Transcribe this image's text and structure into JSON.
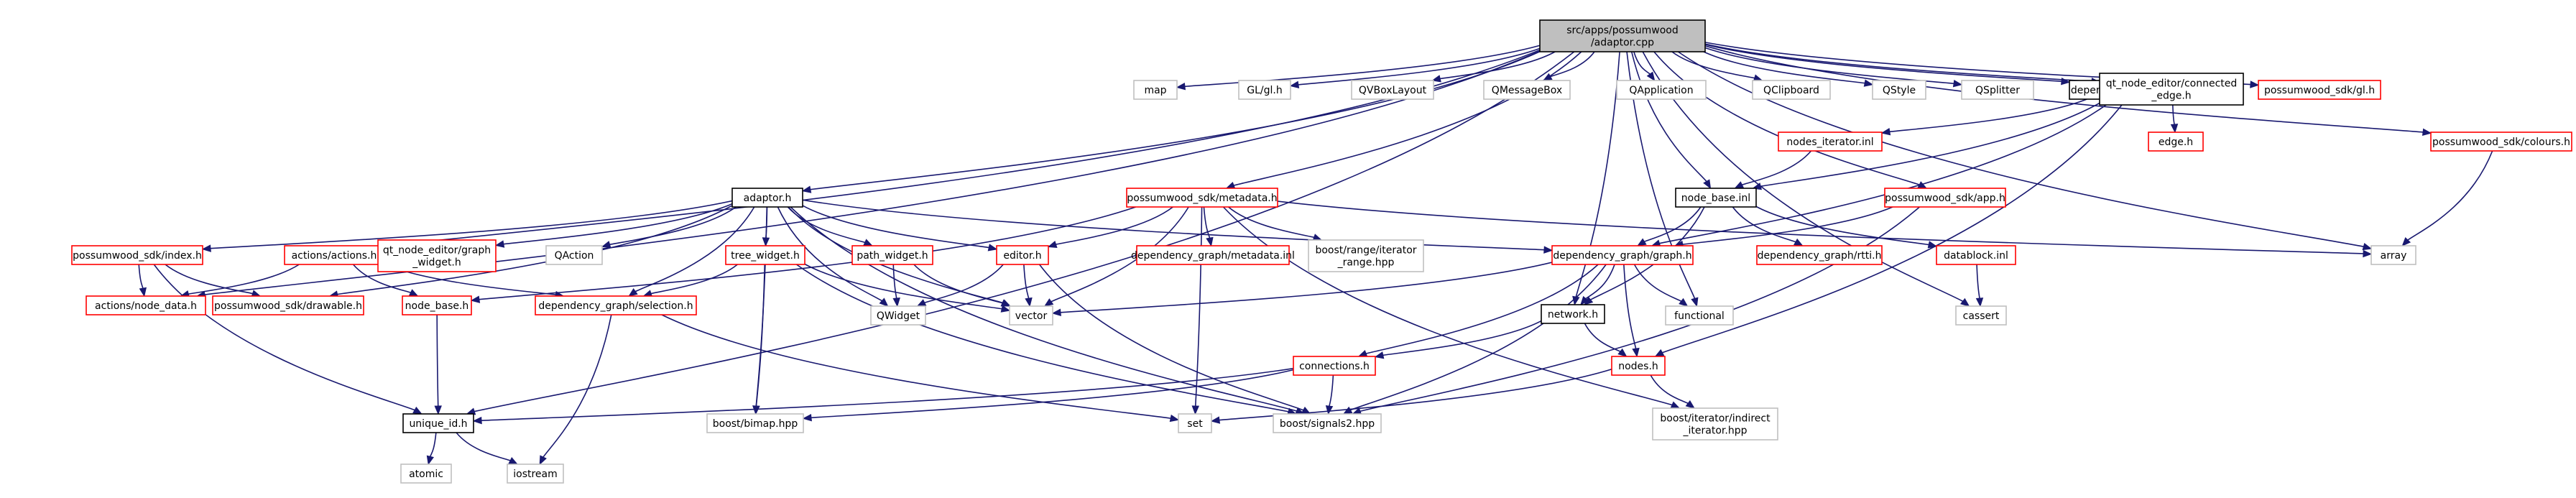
{
  "graph": {
    "colors": {
      "edge": "#191970",
      "root_fill": "#bfbfbf",
      "black": "#000000",
      "red": "#ff0000",
      "gray": "#bfbfbf",
      "text": "#000000"
    },
    "nodes": [
      {
        "id": "root",
        "lines": [
          "src/apps/possumwood",
          "/adaptor.cpp"
        ],
        "style": "root"
      },
      {
        "id": "map",
        "lines": [
          "map"
        ],
        "style": "gray"
      },
      {
        "id": "glgl",
        "lines": [
          "GL/gl.h"
        ],
        "style": "gray"
      },
      {
        "id": "qvbox",
        "lines": [
          "QVBoxLayout"
        ],
        "style": "gray"
      },
      {
        "id": "qmsg",
        "lines": [
          "QMessageBox"
        ],
        "style": "gray"
      },
      {
        "id": "qapp",
        "lines": [
          "QApplication"
        ],
        "style": "gray"
      },
      {
        "id": "qclip",
        "lines": [
          "QClipboard"
        ],
        "style": "gray"
      },
      {
        "id": "qstyle",
        "lines": [
          "QStyle"
        ],
        "style": "gray"
      },
      {
        "id": "qsplit",
        "lines": [
          "QSplitter"
        ],
        "style": "gray"
      },
      {
        "id": "dgnodesinl",
        "lines": [
          "dependency_graph/nodes.inl"
        ],
        "style": "black"
      },
      {
        "id": "qtce",
        "lines": [
          "qt_node_editor/connected",
          "_edge.h"
        ],
        "style": "black"
      },
      {
        "id": "sdkgl",
        "lines": [
          "possumwood_sdk/gl.h"
        ],
        "style": "red"
      },
      {
        "id": "edgeh",
        "lines": [
          "edge.h"
        ],
        "style": "red"
      },
      {
        "id": "nodesiter",
        "lines": [
          "nodes_iterator.inl"
        ],
        "style": "red"
      },
      {
        "id": "colours",
        "lines": [
          "possumwood_sdk/colours.h"
        ],
        "style": "red"
      },
      {
        "id": "adaptorh",
        "lines": [
          "adaptor.h"
        ],
        "style": "black"
      },
      {
        "id": "metadatah",
        "lines": [
          "possumwood_sdk/metadata.h"
        ],
        "style": "red"
      },
      {
        "id": "nodebaseinl",
        "lines": [
          "node_base.inl"
        ],
        "style": "black"
      },
      {
        "id": "appbh",
        "lines": [
          "possumwood_sdk/app.h"
        ],
        "style": "red"
      },
      {
        "id": "indexh",
        "lines": [
          "possumwood_sdk/index.h"
        ],
        "style": "red"
      },
      {
        "id": "actionsh",
        "lines": [
          "actions/actions.h"
        ],
        "style": "red"
      },
      {
        "id": "qtge",
        "lines": [
          "qt_node_editor/graph",
          "_widget.h"
        ],
        "style": "red"
      },
      {
        "id": "qaction",
        "lines": [
          "QAction"
        ],
        "style": "gray"
      },
      {
        "id": "treew",
        "lines": [
          "tree_widget.h"
        ],
        "style": "red"
      },
      {
        "id": "pathw",
        "lines": [
          "path_widget.h"
        ],
        "style": "red"
      },
      {
        "id": "editorh",
        "lines": [
          "editor.h"
        ],
        "style": "red"
      },
      {
        "id": "dgmeta",
        "lines": [
          "dependency_graph/metadata.inl"
        ],
        "style": "red"
      },
      {
        "id": "boostrange",
        "lines": [
          "boost/range/iterator",
          "_range.hpp"
        ],
        "style": "gray"
      },
      {
        "id": "dggraph",
        "lines": [
          "dependency_graph/graph.h"
        ],
        "style": "red"
      },
      {
        "id": "dgrtti",
        "lines": [
          "dependency_graph/rtti.h"
        ],
        "style": "red"
      },
      {
        "id": "datablock",
        "lines": [
          "datablock.inl"
        ],
        "style": "red"
      },
      {
        "id": "array",
        "lines": [
          "array"
        ],
        "style": "gray"
      },
      {
        "id": "actnodedata",
        "lines": [
          "actions/node_data.h"
        ],
        "style": "red"
      },
      {
        "id": "drawable",
        "lines": [
          "possumwood_sdk/drawable.h"
        ],
        "style": "red"
      },
      {
        "id": "nodebaseh",
        "lines": [
          "node_base.h"
        ],
        "style": "red"
      },
      {
        "id": "dgsel",
        "lines": [
          "dependency_graph/selection.h"
        ],
        "style": "red"
      },
      {
        "id": "qwidget",
        "lines": [
          "QWidget"
        ],
        "style": "gray"
      },
      {
        "id": "vector",
        "lines": [
          "vector"
        ],
        "style": "gray"
      },
      {
        "id": "networkh",
        "lines": [
          "network.h"
        ],
        "style": "black"
      },
      {
        "id": "functional",
        "lines": [
          "functional"
        ],
        "style": "gray"
      },
      {
        "id": "cassert",
        "lines": [
          "cassert"
        ],
        "style": "gray"
      },
      {
        "id": "connh",
        "lines": [
          "connections.h"
        ],
        "style": "red"
      },
      {
        "id": "nodesh",
        "lines": [
          "nodes.h"
        ],
        "style": "red"
      },
      {
        "id": "uniqueid",
        "lines": [
          "unique_id.h"
        ],
        "style": "black"
      },
      {
        "id": "bimap",
        "lines": [
          "boost/bimap.hpp"
        ],
        "style": "gray"
      },
      {
        "id": "set",
        "lines": [
          "set"
        ],
        "style": "gray"
      },
      {
        "id": "signals2",
        "lines": [
          "boost/signals2.hpp"
        ],
        "style": "gray"
      },
      {
        "id": "indirect",
        "lines": [
          "boost/iterator/indirect",
          "_iterator.hpp"
        ],
        "style": "gray"
      },
      {
        "id": "atomic",
        "lines": [
          "atomic"
        ],
        "style": "gray"
      },
      {
        "id": "iostream",
        "lines": [
          "iostream"
        ],
        "style": "gray"
      }
    ],
    "edges": [
      [
        "root",
        "map"
      ],
      [
        "root",
        "glgl"
      ],
      [
        "root",
        "qvbox"
      ],
      [
        "root",
        "qmsg"
      ],
      [
        "root",
        "qapp"
      ],
      [
        "root",
        "qclip"
      ],
      [
        "root",
        "qstyle"
      ],
      [
        "root",
        "qsplit"
      ],
      [
        "root",
        "dgnodesinl"
      ],
      [
        "root",
        "qtce"
      ],
      [
        "root",
        "sdkgl"
      ],
      [
        "root",
        "colours"
      ],
      [
        "root",
        "array"
      ],
      [
        "root",
        "adaptorh"
      ],
      [
        "root",
        "metadatah"
      ],
      [
        "root",
        "nodebaseinl"
      ],
      [
        "root",
        "appbh"
      ],
      [
        "root",
        "actionsh"
      ],
      [
        "root",
        "actnodedata"
      ],
      [
        "root",
        "uniqueid"
      ],
      [
        "root",
        "networkh"
      ],
      [
        "root",
        "functional"
      ],
      [
        "root",
        "cassert"
      ],
      [
        "qtce",
        "edgeh"
      ],
      [
        "colours",
        "array"
      ],
      [
        "dgnodesinl",
        "nodesiter"
      ],
      [
        "dgnodesinl",
        "nodebaseinl"
      ],
      [
        "dgnodesinl",
        "dggraph"
      ],
      [
        "dgnodesinl",
        "nodesh"
      ],
      [
        "nodesiter",
        "nodebaseinl"
      ],
      [
        "nodebaseinl",
        "dggraph"
      ],
      [
        "nodebaseinl",
        "dgrtti"
      ],
      [
        "nodebaseinl",
        "datablock"
      ],
      [
        "nodebaseinl",
        "networkh"
      ],
      [
        "appbh",
        "dggraph"
      ],
      [
        "appbh",
        "signals2"
      ],
      [
        "datablock",
        "cassert"
      ],
      [
        "adaptorh",
        "indexh"
      ],
      [
        "adaptorh",
        "qtge"
      ],
      [
        "adaptorh",
        "qaction"
      ],
      [
        "adaptorh",
        "treew"
      ],
      [
        "adaptorh",
        "pathw"
      ],
      [
        "adaptorh",
        "editorh"
      ],
      [
        "adaptorh",
        "drawable"
      ],
      [
        "adaptorh",
        "dgsel"
      ],
      [
        "adaptorh",
        "qwidget"
      ],
      [
        "adaptorh",
        "vector"
      ],
      [
        "adaptorh",
        "dggraph"
      ],
      [
        "adaptorh",
        "bimap"
      ],
      [
        "adaptorh",
        "signals2"
      ],
      [
        "metadatah",
        "dgmeta"
      ],
      [
        "metadatah",
        "boostrange"
      ],
      [
        "metadatah",
        "editorh"
      ],
      [
        "metadatah",
        "nodebaseh"
      ],
      [
        "metadatah",
        "vector"
      ],
      [
        "metadatah",
        "set"
      ],
      [
        "metadatah",
        "array"
      ],
      [
        "metadatah",
        "indirect"
      ],
      [
        "indexh",
        "actnodedata"
      ],
      [
        "indexh",
        "drawable"
      ],
      [
        "indexh",
        "uniqueid"
      ],
      [
        "actionsh",
        "actnodedata"
      ],
      [
        "actionsh",
        "nodebaseh"
      ],
      [
        "actionsh",
        "dgsel"
      ],
      [
        "treew",
        "dgsel"
      ],
      [
        "treew",
        "vector"
      ],
      [
        "treew",
        "bimap"
      ],
      [
        "treew",
        "signals2"
      ],
      [
        "pathw",
        "qwidget"
      ],
      [
        "pathw",
        "vector"
      ],
      [
        "editorh",
        "qwidget"
      ],
      [
        "editorh",
        "vector"
      ],
      [
        "editorh",
        "signals2"
      ],
      [
        "dggraph",
        "networkh"
      ],
      [
        "dggraph",
        "functional"
      ],
      [
        "dggraph",
        "nodesh"
      ],
      [
        "dggraph",
        "connh"
      ],
      [
        "dggraph",
        "vector"
      ],
      [
        "dggraph",
        "signals2"
      ],
      [
        "nodebaseh",
        "uniqueid"
      ],
      [
        "dgsel",
        "set"
      ],
      [
        "dgsel",
        "iostream"
      ],
      [
        "networkh",
        "connh"
      ],
      [
        "networkh",
        "nodesh"
      ],
      [
        "connh",
        "uniqueid"
      ],
      [
        "connh",
        "bimap"
      ],
      [
        "connh",
        "signals2"
      ],
      [
        "nodesh",
        "set"
      ],
      [
        "nodesh",
        "indirect"
      ],
      [
        "uniqueid",
        "atomic"
      ],
      [
        "uniqueid",
        "iostream"
      ]
    ]
  }
}
